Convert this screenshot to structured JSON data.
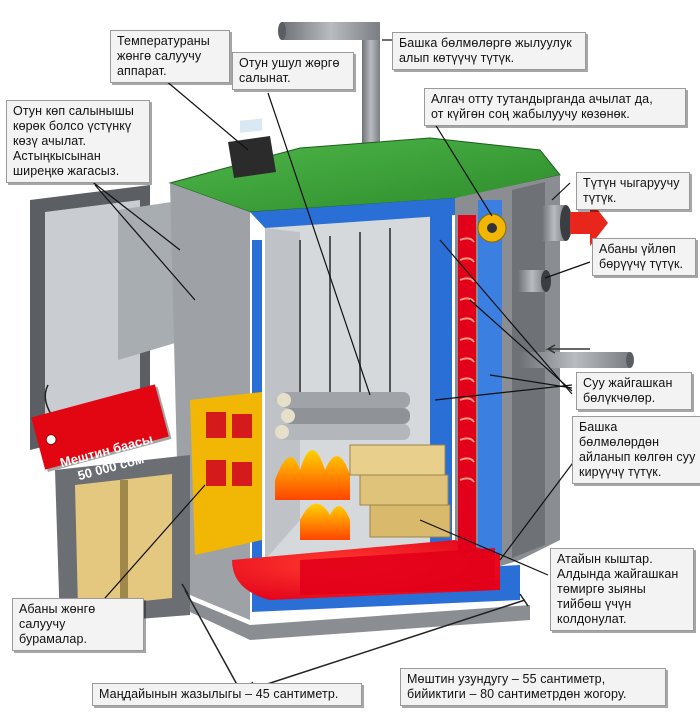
{
  "callouts": {
    "thermostat": "Температураны\nжөнгө салуучу\nаппарат.",
    "wood_loading": "Отун ушул жөргө\nсалынат.",
    "top_door": "Отун көп салынышы\nкөрөк болсо үстүнкү\nкөзү ачылат.\nАстыңкысынан\nширеңкө жагасыз.",
    "heat_pipe": "Башка бөлмөлөргө жылуулук\nалып көтүүчү түтүк.",
    "flap": "Алгач отту тутандырганда ачылат да,\nот күйгөн соң жабылуучу көзөнөк.",
    "smoke_pipe": "Түтүн чыгаруучу\nтүтүк.",
    "air_pipe": "Абаны үйлөп\nбөрүүчү түтүк.",
    "water_sections": "Суу жайгашкан\nбөлүкчөлөр.",
    "return_pipe": "Башка бөлмөлөрдөн\nайланып көлгөн суу\nкирүүчү түтүк.",
    "bricks": "Атайын кыштар.\nАлдында жайгашкан\nтөмиргө зыяны\nтийбөш үчүн\nколдонулат.",
    "air_valves": "Абаны жөнгө\nсалуучу бурамалар.",
    "width": "Маңдайынын жазылыгы – 45 сантиметр.",
    "depth_height": "Мөштин узундугу – 55 сантиметр,\nбийиктиги – 80 сантиметрдөн жогору."
  },
  "price_tag": "Мештин баасы\n50 000 сом",
  "colors": {
    "callout_bg": "#f3f3f3",
    "price_tag": "#e20613",
    "water_jacket": "#2a6fd6",
    "top_panel": "#3fa83a",
    "control_yellow": "#f2b705",
    "fire": "#ff6a00",
    "arrow_red": "#e8261b"
  },
  "icons": {
    "exhaust_arrow": "arrow-right-icon",
    "inlet_arrow": "arrow-left-icon"
  }
}
